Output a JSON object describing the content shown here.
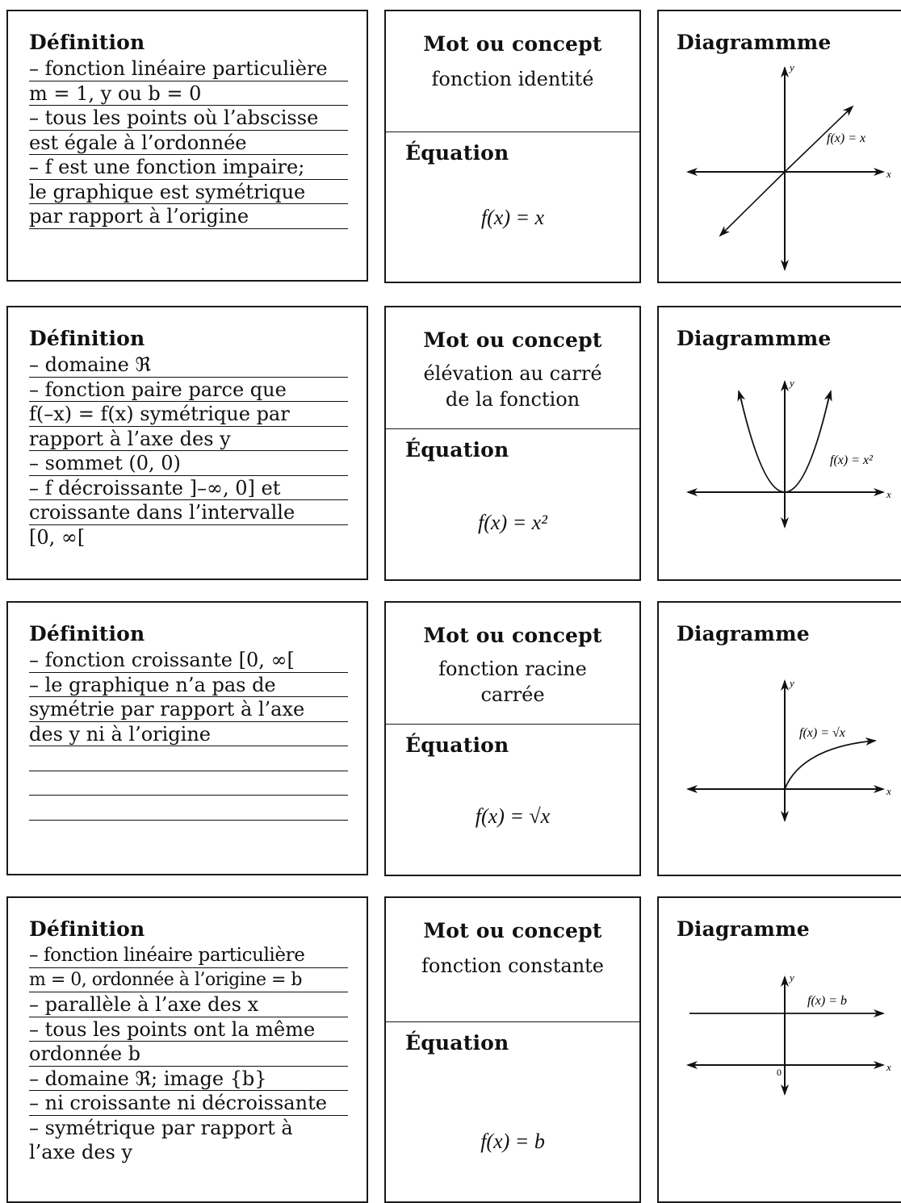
{
  "labels": {
    "definition": "Définition",
    "concept": "Mot ou concept",
    "equation": "Équation",
    "diagram": "Diagrammme",
    "diagram_alt": "Diagramme"
  },
  "cards": [
    {
      "definition": [
        "– fonction linéaire particulière",
        "   m = 1, y ou b = 0",
        "– tous les points où l’abscisse",
        "   est égale à l’ordonnée",
        "– f est une fonction impaire;",
        "   le graphique est symétrique",
        "   par rapport à l’origine"
      ],
      "concept": "fonction identité",
      "equation": "f(x) = x",
      "graph_label": "f(x) = x",
      "axis_x": "x",
      "axis_y": "y"
    },
    {
      "definition": [
        "– domaine ℜ",
        "– fonction paire parce que",
        "   f(–x) = f(x) symétrique par",
        "   rapport à l’axe des y",
        "– sommet (0, 0)",
        "– f décroissante ]–∞, 0] et",
        "   croissante dans l’intervalle",
        "   [0, ∞["
      ],
      "concept": "élévation au carré de la fonction",
      "equation": "f(x) = x²",
      "graph_label": "f(x) = x²",
      "axis_x": "x",
      "axis_y": "y"
    },
    {
      "definition": [
        "– fonction croissante [0, ∞[",
        "– le graphique n’a pas de",
        "   symétrie par rapport à l’axe",
        "   des y ni à l’origine",
        "",
        "",
        ""
      ],
      "concept": "fonction racine carrée",
      "equation": "f(x) = √x",
      "graph_label": "f(x) = √x",
      "axis_x": "x",
      "axis_y": "y"
    },
    {
      "definition": [
        "– fonction linéaire particulière",
        "   m = 0, ordonnée à l’origine = b",
        "– parallèle à l’axe des x",
        "– tous les points ont la même",
        "   ordonnée b",
        "– domaine ℜ; image {b}",
        "– ni croissante ni décroissante",
        "– symétrique par rapport à",
        "   l’axe des y"
      ],
      "concept": "fonction constante",
      "equation": "f(x) = b",
      "graph_label": "f(x) = b",
      "axis_x": "x",
      "axis_y": "y",
      "origin_label": "0"
    }
  ]
}
